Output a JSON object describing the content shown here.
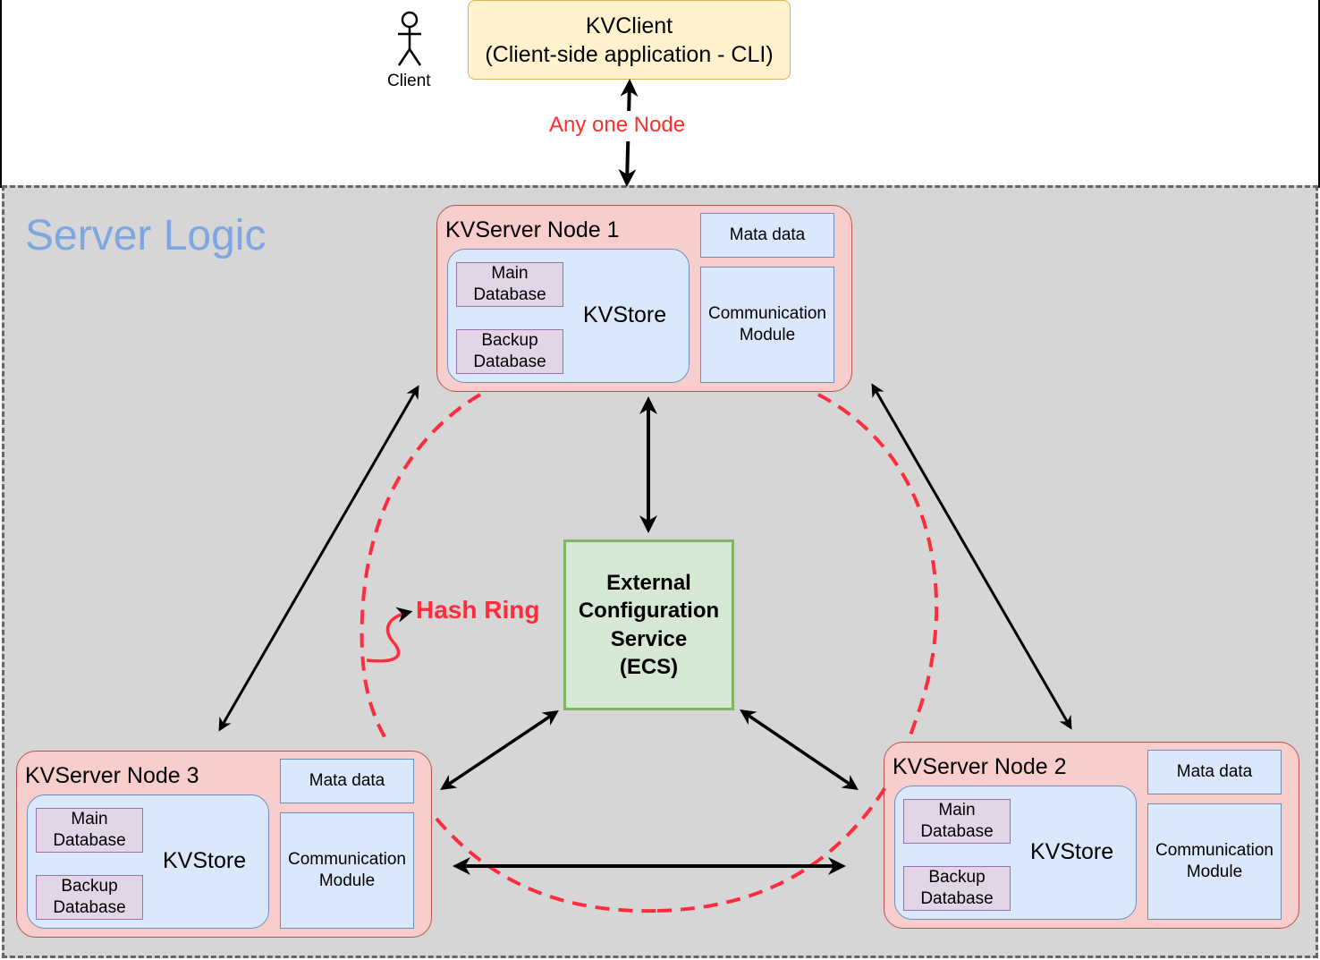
{
  "client": {
    "actor_label": "Client",
    "app_title": "KVClient",
    "app_subtitle": "(Client-side application - CLI)",
    "connection_label": "Any one Node"
  },
  "server": {
    "area_title": "Server Logic",
    "nodes": [
      {
        "title": "KVServer Node 1",
        "kvstore": "KVStore",
        "main_db": [
          "Main",
          "Database"
        ],
        "backup_db": [
          "Backup",
          "Database"
        ],
        "metadata": "Mata data",
        "comm_module": [
          "Communication",
          "Module"
        ]
      },
      {
        "title": "KVServer Node 2",
        "kvstore": "KVStore",
        "main_db": [
          "Main",
          "Database"
        ],
        "backup_db": [
          "Backup",
          "Database"
        ],
        "metadata": "Mata data",
        "comm_module": [
          "Communication",
          "Module"
        ]
      },
      {
        "title": "KVServer Node 3",
        "kvstore": "KVStore",
        "main_db": [
          "Main",
          "Database"
        ],
        "backup_db": [
          "Backup",
          "Database"
        ],
        "metadata": "Mata data",
        "comm_module": [
          "Communication",
          "Module"
        ]
      }
    ],
    "ecs": [
      "External",
      "Configuration",
      "Service",
      "(ECS)"
    ],
    "ring_label": "Hash Ring"
  },
  "colors": {
    "ring": "#ff2d3b",
    "server_title": "#7ea6e0",
    "node_fill": "#f8cecc",
    "component_fill": "#dae8fc",
    "db_fill": "#e1d5e7",
    "ecs_fill": "#d5e8d4",
    "client_fill": "#fff2cc"
  },
  "icons": {
    "client": "stick-figure-icon",
    "connections": "double-headed-arrow"
  }
}
